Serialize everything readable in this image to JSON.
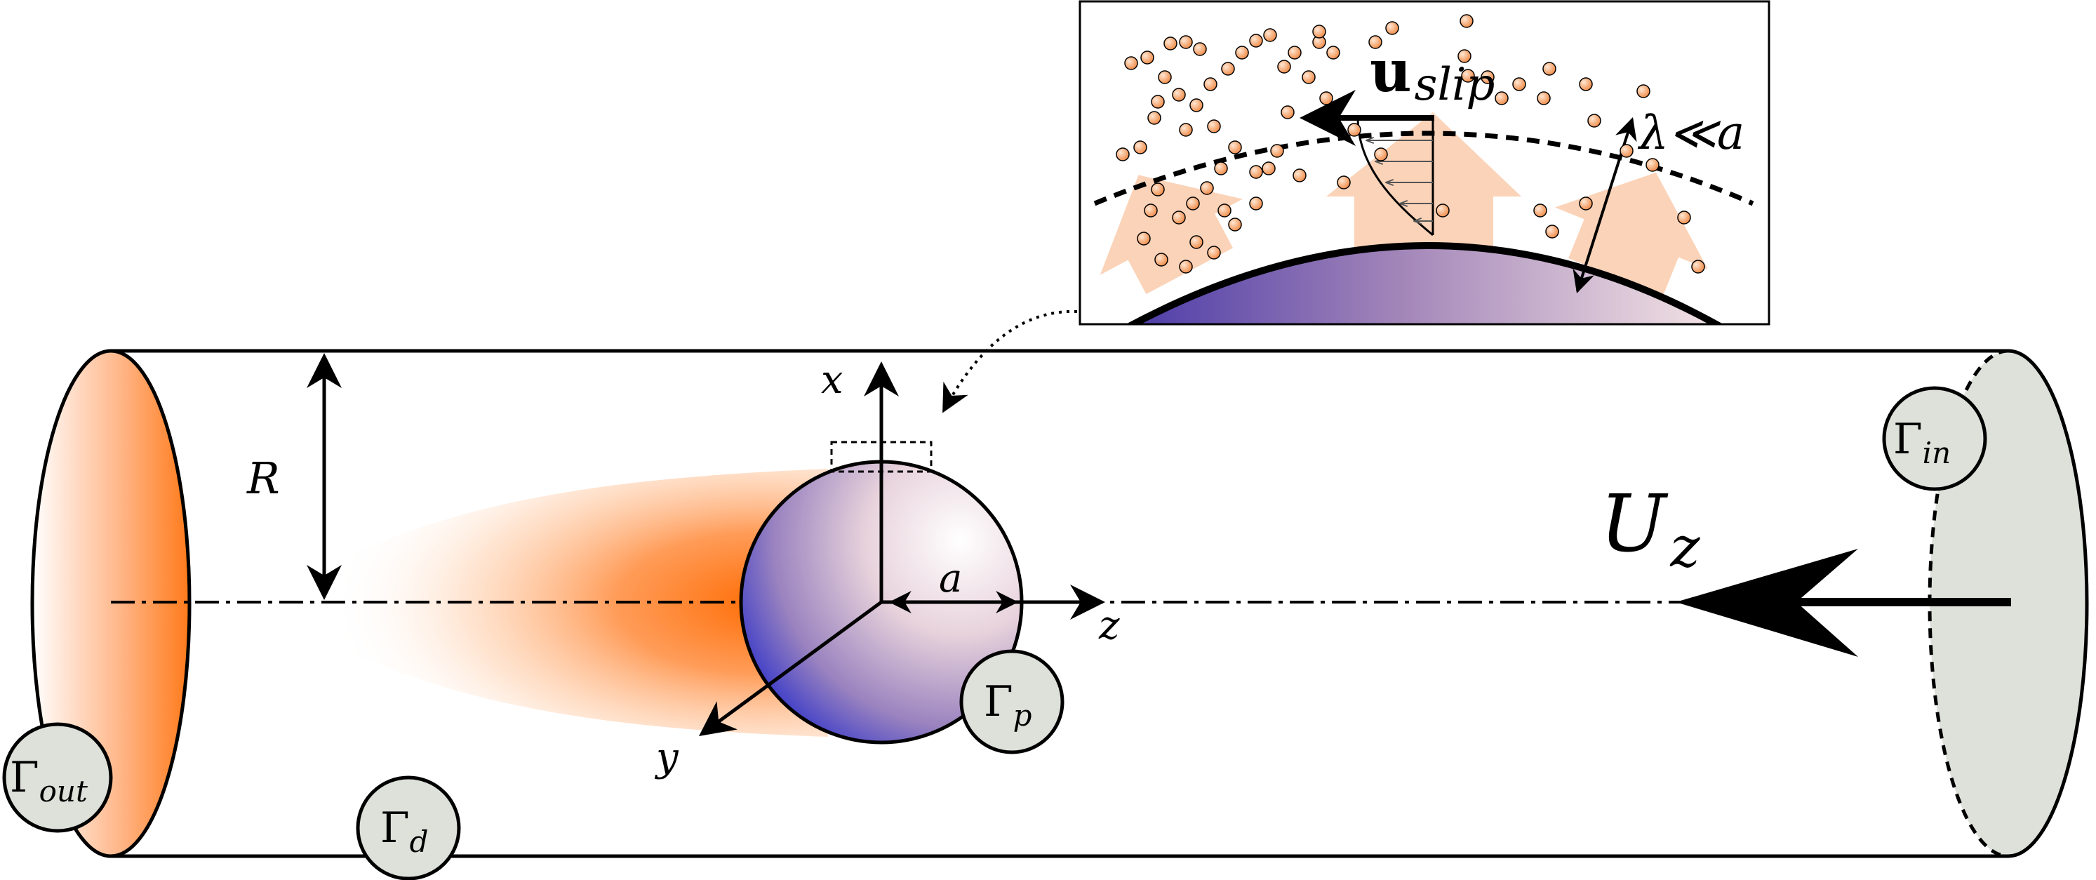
{
  "labels": {
    "radius": "R",
    "particle_radius": "a",
    "axis_x": "x",
    "axis_y": "y",
    "axis_z": "z",
    "velocity_main": "U",
    "velocity_sub": "z",
    "slip_main": "u",
    "slip_sub": "slip",
    "debye": "λ≪a"
  },
  "boundaries": [
    {
      "key": "in",
      "symbol": "Γ",
      "sub": "in"
    },
    {
      "key": "out",
      "symbol": "Γ",
      "sub": "out"
    },
    {
      "key": "p",
      "symbol": "Γ",
      "sub": "p"
    },
    {
      "key": "d",
      "symbol": "Γ",
      "sub": "d"
    }
  ],
  "colors": {
    "outlet_orange": "#ff7a1a",
    "wake_orange": "#ff6a00",
    "particle_blue": "#1a22cc",
    "inlet_gray": "#dde1da",
    "ion_orange": "#f59a5c",
    "flux_arrow": "#fbd3b8"
  },
  "icons": {
    "boundary_label": "circle-badge",
    "arrows": "arrow-icon"
  }
}
